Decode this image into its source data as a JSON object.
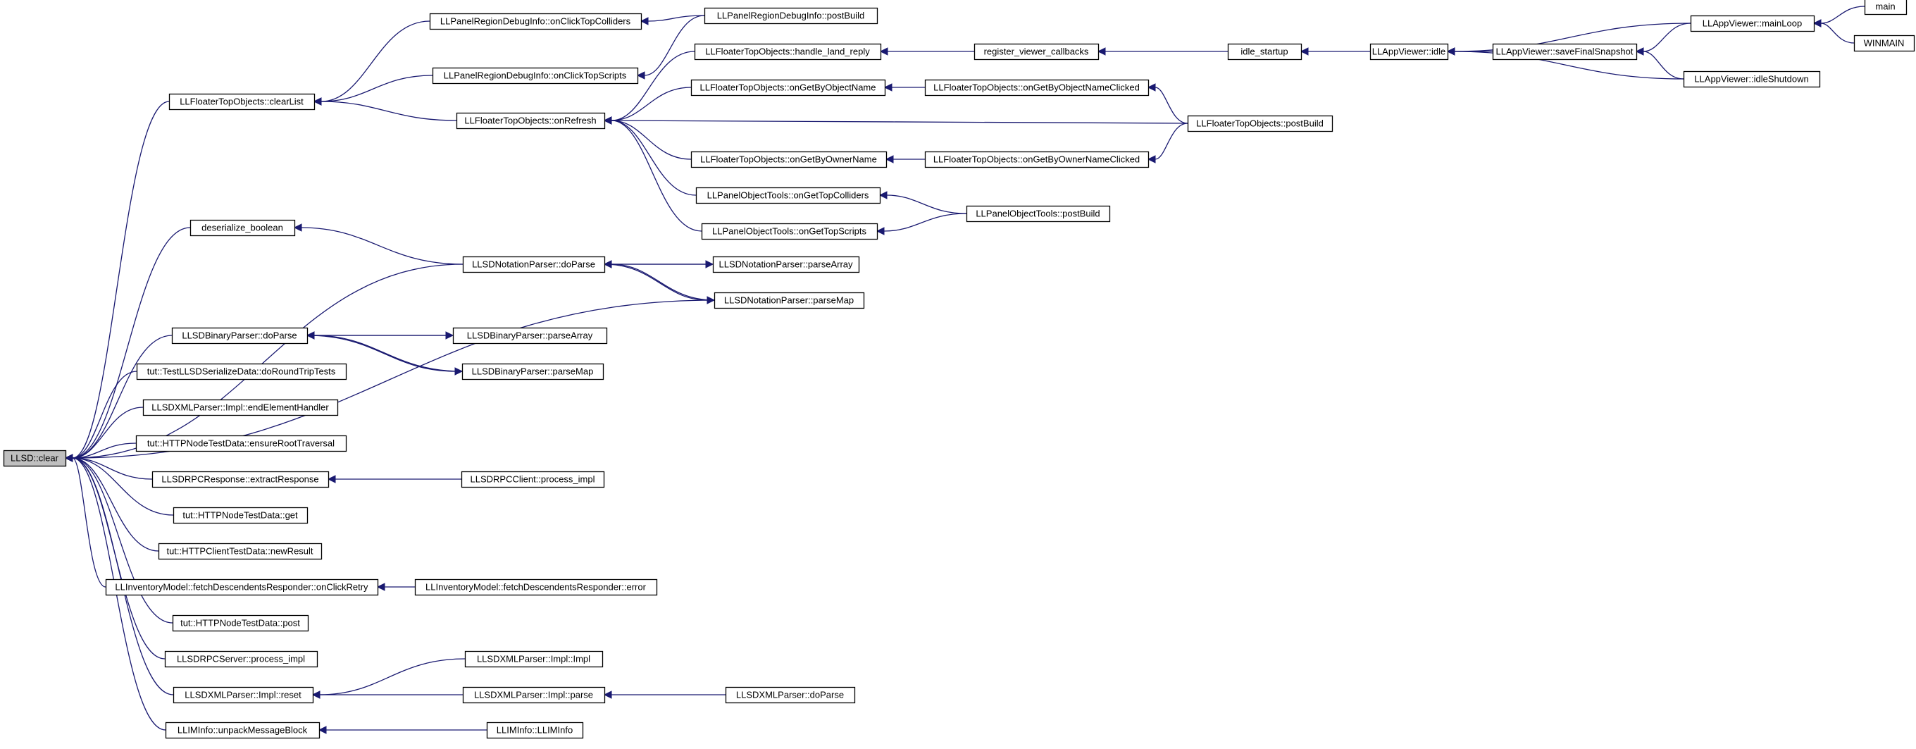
{
  "colors": {
    "edge": "#191970",
    "node_border": "#000000",
    "root_fill": "#bfbfbf",
    "node_fill": "#ffffff"
  },
  "nodes": [
    {
      "id": "root",
      "label": "LLSD::clear",
      "root": true
    },
    {
      "id": "clearList",
      "label": "LLFloaterTopObjects::clearList"
    },
    {
      "id": "deser",
      "label": "deserialize_boolean"
    },
    {
      "id": "binParse",
      "label": "LLSDBinaryParser::doParse"
    },
    {
      "id": "roundTrip",
      "label": "tut::TestLLSDSerializeData::doRoundTripTests"
    },
    {
      "id": "endElem",
      "label": "LLSDXMLParser::Impl::endElementHandler"
    },
    {
      "id": "ensureRoot",
      "label": "tut::HTTPNodeTestData::ensureRootTraversal"
    },
    {
      "id": "extract",
      "label": "LLSDRPCResponse::extractResponse"
    },
    {
      "id": "httpGet",
      "label": "tut::HTTPNodeTestData::get"
    },
    {
      "id": "newResult",
      "label": "tut::HTTPClientTestData::newResult"
    },
    {
      "id": "clickRetry",
      "label": "LLInventoryModel::fetchDescendentsResponder::onClickRetry"
    },
    {
      "id": "httpPost",
      "label": "tut::HTTPNodeTestData::post"
    },
    {
      "id": "serverImpl",
      "label": "LLSDRPCServer::process_impl"
    },
    {
      "id": "xmlReset",
      "label": "LLSDXMLParser::Impl::reset"
    },
    {
      "id": "unpack",
      "label": "LLIMInfo::unpackMessageBlock"
    },
    {
      "id": "regColliders",
      "label": "LLPanelRegionDebugInfo::onClickTopColliders"
    },
    {
      "id": "regScripts",
      "label": "LLPanelRegionDebugInfo::onClickTopScripts"
    },
    {
      "id": "onRefresh",
      "label": "LLFloaterTopObjects::onRefresh"
    },
    {
      "id": "notParse",
      "label": "LLSDNotationParser::doParse"
    },
    {
      "id": "notArray",
      "label": "LLSDNotationParser::parseArray"
    },
    {
      "id": "notMap",
      "label": "LLSDNotationParser::parseMap"
    },
    {
      "id": "binArray",
      "label": "LLSDBinaryParser::parseArray"
    },
    {
      "id": "binMap",
      "label": "LLSDBinaryParser::parseMap"
    },
    {
      "id": "clientImpl",
      "label": "LLSDRPCClient::process_impl"
    },
    {
      "id": "fetchError",
      "label": "LLInventoryModel::fetchDescendentsResponder::error"
    },
    {
      "id": "xmlImpl",
      "label": "LLSDXMLParser::Impl::Impl"
    },
    {
      "id": "xmlParse",
      "label": "LLSDXMLParser::Impl::parse"
    },
    {
      "id": "xmlDoParse",
      "label": "LLSDXMLParser::doParse"
    },
    {
      "id": "imInfo",
      "label": "LLIMInfo::LLIMInfo"
    },
    {
      "id": "regPostBuild",
      "label": "LLPanelRegionDebugInfo::postBuild"
    },
    {
      "id": "landReply",
      "label": "LLFloaterTopObjects::handle_land_reply"
    },
    {
      "id": "byObjName",
      "label": "LLFloaterTopObjects::onGetByObjectName"
    },
    {
      "id": "byOwnerName",
      "label": "LLFloaterTopObjects::onGetByOwnerName"
    },
    {
      "id": "toolColliders",
      "label": "LLPanelObjectTools::onGetTopColliders"
    },
    {
      "id": "toolScripts",
      "label": "LLPanelObjectTools::onGetTopScripts"
    },
    {
      "id": "regCallbacks",
      "label": "register_viewer_callbacks"
    },
    {
      "id": "byObjClicked",
      "label": "LLFloaterTopObjects::onGetByObjectNameClicked"
    },
    {
      "id": "byOwnerClicked",
      "label": "LLFloaterTopObjects::onGetByOwnerNameClicked"
    },
    {
      "id": "toolPostBuild",
      "label": "LLPanelObjectTools::postBuild"
    },
    {
      "id": "idleStartup",
      "label": "idle_startup"
    },
    {
      "id": "topPostBuild",
      "label": "LLFloaterTopObjects::postBuild"
    },
    {
      "id": "appIdle",
      "label": "LLAppViewer::idle"
    },
    {
      "id": "snapshot",
      "label": "LLAppViewer::saveFinalSnapshot"
    },
    {
      "id": "mainLoop",
      "label": "LLAppViewer::mainLoop"
    },
    {
      "id": "idleShutdown",
      "label": "LLAppViewer::idleShutdown"
    },
    {
      "id": "main",
      "label": "main"
    },
    {
      "id": "winmain",
      "label": "WINMAIN"
    }
  ],
  "edges": [
    {
      "from": "clearList",
      "to": "root"
    },
    {
      "from": "deser",
      "to": "root"
    },
    {
      "from": "notParse",
      "to": "root"
    },
    {
      "from": "notMap",
      "to": "root"
    },
    {
      "from": "binParse",
      "to": "root"
    },
    {
      "from": "roundTrip",
      "to": "root"
    },
    {
      "from": "endElem",
      "to": "root"
    },
    {
      "from": "ensureRoot",
      "to": "root"
    },
    {
      "from": "extract",
      "to": "root"
    },
    {
      "from": "httpGet",
      "to": "root"
    },
    {
      "from": "newResult",
      "to": "root"
    },
    {
      "from": "clickRetry",
      "to": "root"
    },
    {
      "from": "httpPost",
      "to": "root"
    },
    {
      "from": "serverImpl",
      "to": "root"
    },
    {
      "from": "xmlReset",
      "to": "root"
    },
    {
      "from": "unpack",
      "to": "root"
    },
    {
      "from": "regColliders",
      "to": "clearList"
    },
    {
      "from": "regScripts",
      "to": "clearList"
    },
    {
      "from": "onRefresh",
      "to": "clearList"
    },
    {
      "from": "regPostBuild",
      "to": "regColliders"
    },
    {
      "from": "regPostBuild",
      "to": "regScripts"
    },
    {
      "from": "landReply",
      "to": "onRefresh"
    },
    {
      "from": "byObjName",
      "to": "onRefresh"
    },
    {
      "from": "topPostBuild",
      "to": "onRefresh"
    },
    {
      "from": "byOwnerName",
      "to": "onRefresh"
    },
    {
      "from": "toolColliders",
      "to": "onRefresh"
    },
    {
      "from": "toolScripts",
      "to": "onRefresh"
    },
    {
      "from": "regCallbacks",
      "to": "landReply"
    },
    {
      "from": "idleStartup",
      "to": "regCallbacks"
    },
    {
      "from": "appIdle",
      "to": "idleStartup"
    },
    {
      "from": "snapshot",
      "to": "appIdle"
    },
    {
      "from": "mainLoop",
      "to": "appIdle"
    },
    {
      "from": "idleShutdown",
      "to": "appIdle"
    },
    {
      "from": "mainLoop",
      "to": "snapshot"
    },
    {
      "from": "idleShutdown",
      "to": "snapshot"
    },
    {
      "from": "main",
      "to": "mainLoop"
    },
    {
      "from": "winmain",
      "to": "mainLoop"
    },
    {
      "from": "byObjClicked",
      "to": "byObjName"
    },
    {
      "from": "byOwnerClicked",
      "to": "byOwnerName"
    },
    {
      "from": "topPostBuild",
      "to": "byObjClicked"
    },
    {
      "from": "topPostBuild",
      "to": "byOwnerClicked"
    },
    {
      "from": "toolPostBuild",
      "to": "toolColliders"
    },
    {
      "from": "toolPostBuild",
      "to": "toolScripts"
    },
    {
      "from": "notParse",
      "to": "deser"
    },
    {
      "from": "notArray",
      "to": "notParse"
    },
    {
      "from": "notMap",
      "to": "notParse"
    },
    {
      "from": "notParse",
      "to": "notArray"
    },
    {
      "from": "notParse",
      "to": "notMap"
    },
    {
      "from": "binArray",
      "to": "binParse"
    },
    {
      "from": "binMap",
      "to": "binParse"
    },
    {
      "from": "binParse",
      "to": "binArray"
    },
    {
      "from": "binParse",
      "to": "binMap"
    },
    {
      "from": "clientImpl",
      "to": "extract"
    },
    {
      "from": "fetchError",
      "to": "clickRetry"
    },
    {
      "from": "xmlImpl",
      "to": "xmlReset"
    },
    {
      "from": "xmlParse",
      "to": "xmlReset"
    },
    {
      "from": "xmlDoParse",
      "to": "xmlParse"
    },
    {
      "from": "imInfo",
      "to": "unpack"
    }
  ]
}
